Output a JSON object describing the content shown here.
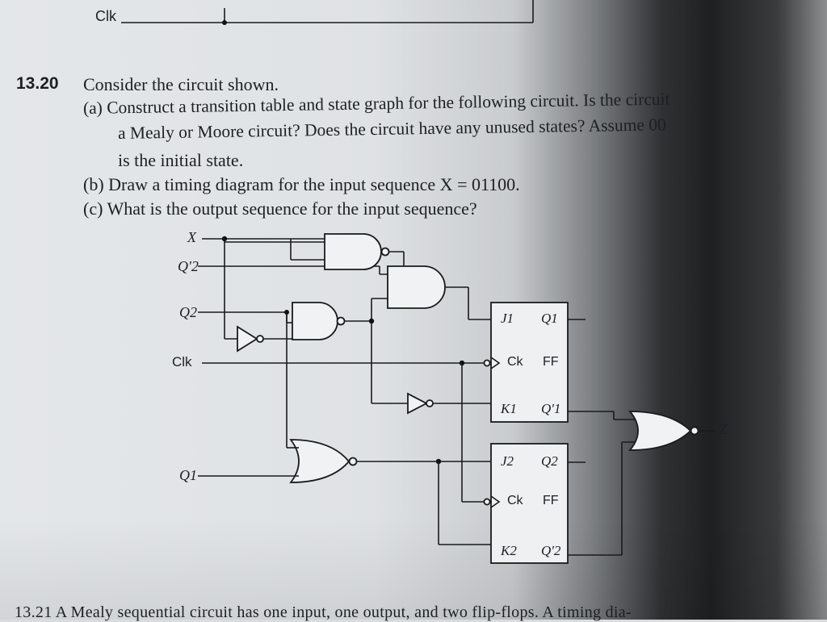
{
  "top_fragment": {
    "clk_label": "Clk"
  },
  "problem": {
    "number": "13.20",
    "intro": "Consider the circuit shown.",
    "part_a_line1": "(a) Construct a transition table and state graph for the following circuit. Is the circuit",
    "part_a_line2": "a Mealy or Moore circuit? Does the circuit have any unused states? Assume 00",
    "part_a_line3": "is the initial state.",
    "part_b": "(b) Draw a timing diagram for the input sequence X = 01100.",
    "part_c": "(c) What is the output sequence for the input sequence?"
  },
  "circuit": {
    "input_labels": {
      "x": "X",
      "q2_bar": "Q'2",
      "q2": "Q2",
      "clk": "Clk",
      "q1": "Q1"
    },
    "ff1": {
      "j": "J1",
      "q": "Q1",
      "ck": "Ck",
      "name": "FF",
      "k": "K1",
      "q_bar": "Q'1"
    },
    "ff2": {
      "j": "J2",
      "q": "Q2",
      "ck": "Ck",
      "name": "FF",
      "k": "K2",
      "q_bar": "Q'2"
    },
    "output_label": "Z"
  },
  "next_problem": {
    "text": "13.21  A Mealy sequential circuit has one input, one output, and two flip-flops. A timing dia-"
  }
}
